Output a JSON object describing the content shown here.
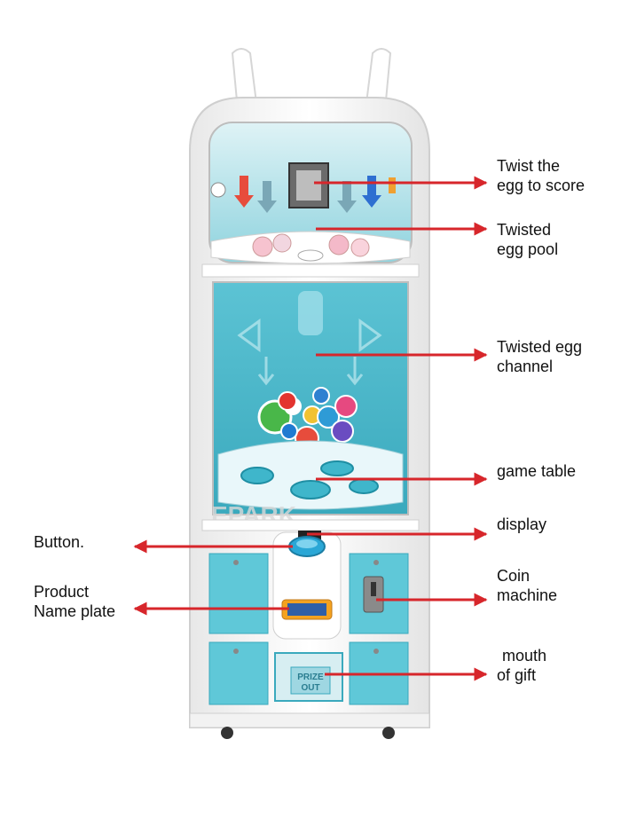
{
  "colors": {
    "arrow": "#d7262b",
    "cabinet": "#f7f7f7",
    "teal": "#5fc8d8",
    "teal_dark": "#2a9fb3",
    "glass": "#cfeef2"
  },
  "labels": {
    "twist_score": [
      "Twist the",
      "egg to score"
    ],
    "egg_pool": [
      "Twisted",
      "egg pool"
    ],
    "egg_channel": [
      "Twisted egg",
      "channel"
    ],
    "game_table": [
      "game table"
    ],
    "display": [
      "display"
    ],
    "button": [
      "Button."
    ],
    "coin_machine": [
      "Coin",
      "machine"
    ],
    "name_plate": [
      "Product",
      "Name plate"
    ],
    "gift_mouth": [
      "mouth",
      "of gift"
    ]
  },
  "machine_text": {
    "prize_line1": "PRIZE",
    "prize_line2": "OUT",
    "watermark": "EPARK"
  }
}
